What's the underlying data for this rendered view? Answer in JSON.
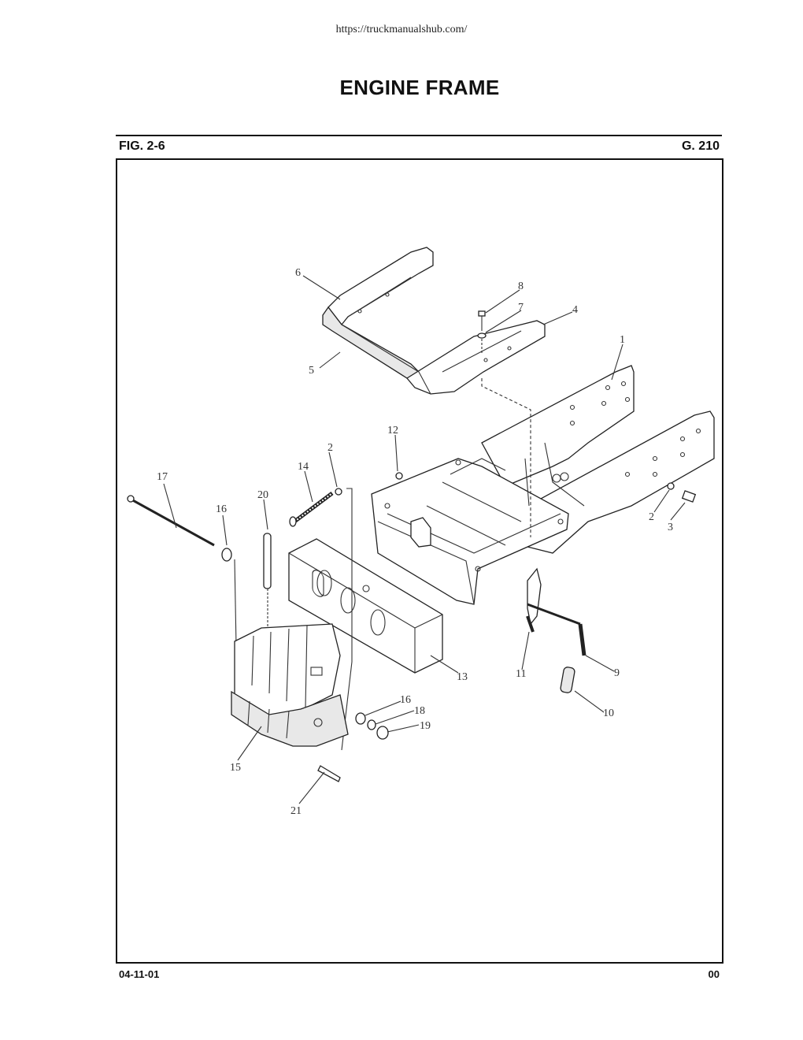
{
  "header": {
    "url": "https://truckmanualshub.com/"
  },
  "page": {
    "title": "ENGINE FRAME",
    "figure": "FIG. 2-6",
    "group": "G. 210",
    "date": "04-11-01",
    "revision": "00"
  },
  "callouts": {
    "c1": "1",
    "c2a": "2",
    "c2b": "2",
    "c3": "3",
    "c4": "4",
    "c5": "5",
    "c6": "6",
    "c7": "7",
    "c8": "8",
    "c9": "9",
    "c10": "10",
    "c11": "11",
    "c12": "12",
    "c13": "13",
    "c14": "14",
    "c15": "15",
    "c16a": "16",
    "c16b": "16",
    "c17": "17",
    "c18": "18",
    "c19": "19",
    "c20": "20",
    "c21": "21"
  }
}
